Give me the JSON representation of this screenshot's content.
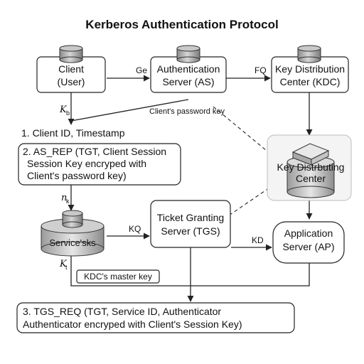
{
  "title": "Kerberos Authentication Protocol",
  "nodes": {
    "client": {
      "line1": "Client",
      "line2": "(User)"
    },
    "as": {
      "line1": "Authentication",
      "line2": "Server (AS)"
    },
    "kdc": {
      "line1": "Key Distribution",
      "line2": "Center (KDC)"
    },
    "kdc_inner": {
      "line1": "Key Distrbuting",
      "line2": "Center"
    },
    "service": {
      "label": "Service'sks"
    },
    "tgs": {
      "line1": "Ticket Granting",
      "line2": "Server (TGS)"
    },
    "ap": {
      "line1": "Application",
      "line2": "Server (AP)"
    }
  },
  "edge_labels": {
    "ge": "Ge",
    "fq": "FQ",
    "kb": "K",
    "kb_sub": "b",
    "client_password_key": "Client's password key",
    "nk": "n",
    "nk_sub": "k",
    "kq": "KQ",
    "kd": "KD",
    "kt": "K",
    "kt_sub": "t",
    "kdc_master_key": "KDC's master key"
  },
  "steps": {
    "step1": "1. Client ID, Timestamp",
    "step2_line1": "2. AS_REP (TGT, Client Session",
    "step2_line2": "Session Key encryped with",
    "step2_line3": "Client's password key)",
    "step3_line1": "3. TGS_REQ (TGT, Service ID, Authenticator",
    "step3_line2": "Authenticator encryped with Client's Session Key)"
  }
}
